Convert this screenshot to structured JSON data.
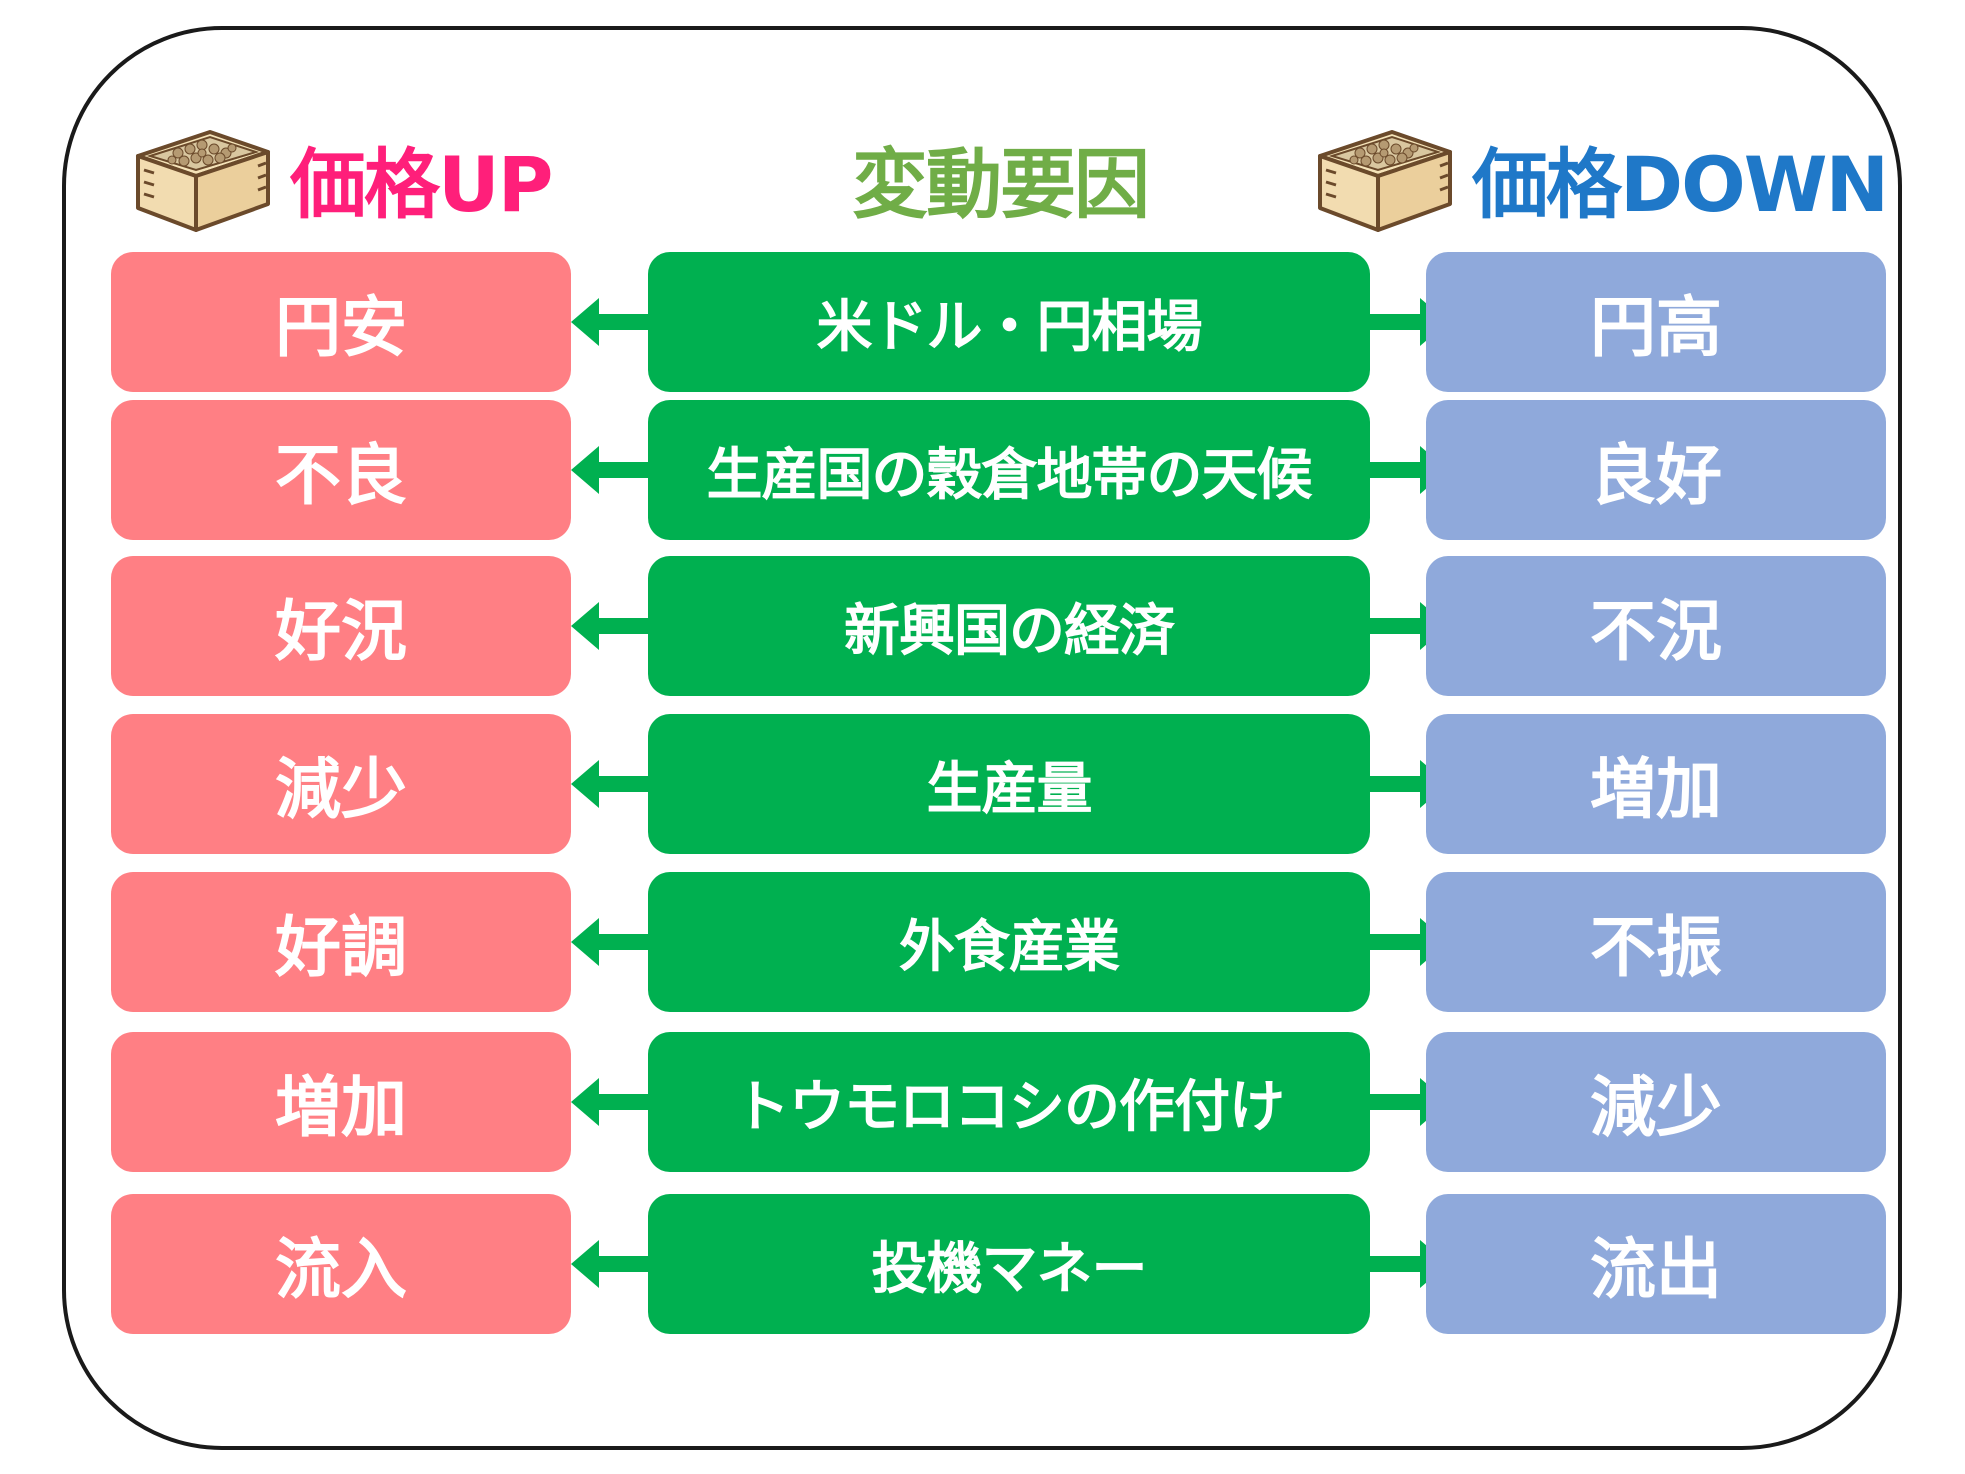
{
  "colors": {
    "up_box": "#FF7F84",
    "factor_box": "#00B050",
    "down_box": "#8FA9DB",
    "up_title": "#FF1F7A",
    "factor_title": "#70AD47",
    "down_title": "#1F78C8",
    "arrow": "#00B050"
  },
  "icons": {
    "left": "rice-masu-icon",
    "right": "rice-masu-icon"
  },
  "headers": {
    "up": "価格UP",
    "factor": "変動要因",
    "down": "価格DOWN"
  },
  "rows": [
    {
      "up": "円安",
      "factor": "米ドル・円相場",
      "down": "円高"
    },
    {
      "up": "不良",
      "factor": "生産国の穀倉地帯の天候",
      "down": "良好"
    },
    {
      "up": "好況",
      "factor": "新興国の経済",
      "down": "不況"
    },
    {
      "up": "減少",
      "factor": "生産量",
      "down": "増加"
    },
    {
      "up": "好調",
      "factor": "外食産業",
      "down": "不振"
    },
    {
      "up": "増加",
      "factor": "トウモロコシの作付け",
      "down": "減少"
    },
    {
      "up": "流入",
      "factor": "投機マネー",
      "down": "流出"
    }
  ]
}
